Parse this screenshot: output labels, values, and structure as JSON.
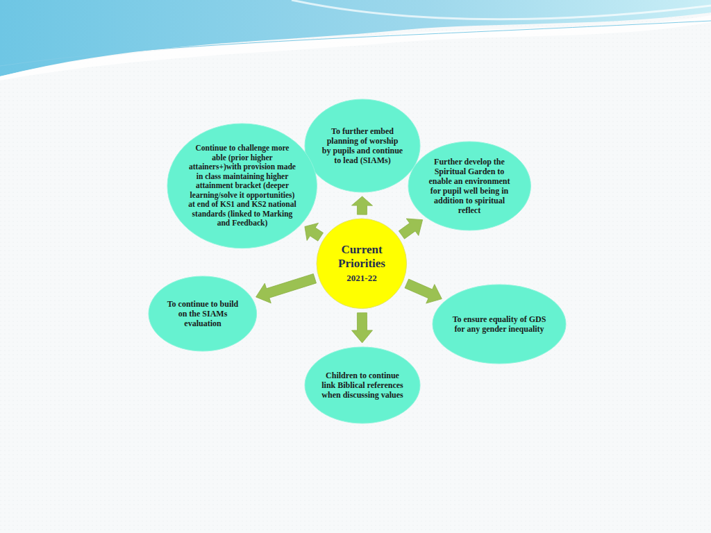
{
  "diagram": {
    "nodes": [
      {
        "text": [
          "Current Priorities",
          "2021-22"
        ]
      },
      {
        "text": [
          "To further embed planning of worship by pupils and continue to lead (SIAMs)"
        ]
      },
      {
        "text": [
          "Further develop the Spiritual Garden to enable an environment for pupil well being in addition to spiritual reflect"
        ]
      },
      {
        "text": [
          "To ensure equality of GDS for any gender inequality"
        ]
      },
      {
        "text": [
          "Children to continue link Biblical references when discussing values"
        ]
      },
      {
        "text": [
          "To continue to build on the SIAMs evaluation"
        ]
      },
      {
        "text": [
          "Continue to challenge more able (prior higher attainers+)with provision made in class maintaining higher attainment bracket (deeper learning/solve it opportunities) at end of KS1 and KS2 national standards (linked to Marking and Feedback)"
        ]
      }
    ],
    "edges": [
      {
        "from": 0,
        "to": 1,
        "arrow": "to"
      },
      {
        "from": 0,
        "to": 2,
        "arrow": "to"
      },
      {
        "from": 0,
        "to": 3,
        "arrow": "to"
      },
      {
        "from": 0,
        "to": 4,
        "arrow": "to"
      },
      {
        "from": 0,
        "to": 5,
        "arrow": "to"
      },
      {
        "from": 0,
        "to": 6,
        "arrow": "to"
      }
    ]
  }
}
